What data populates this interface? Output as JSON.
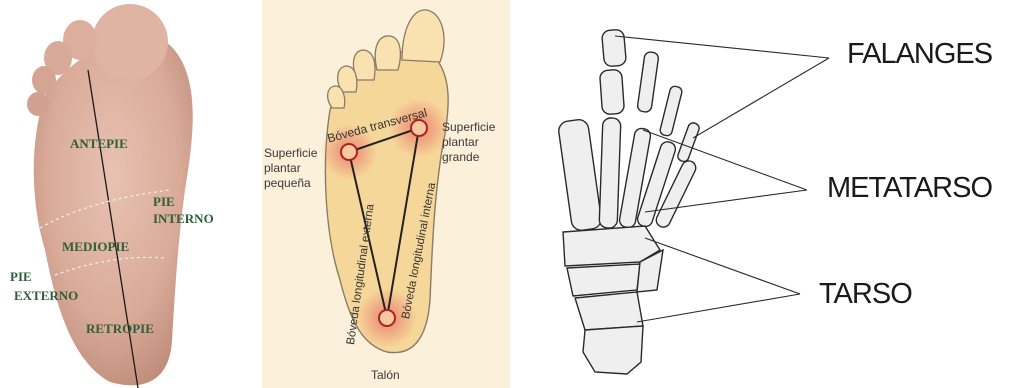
{
  "foot_zones": {
    "forefoot": "ANTEPIE",
    "inner_foot_line1": "PIE",
    "inner_foot_line2": "INTERNO",
    "midfoot": "MEDIOPIE",
    "outer_foot_line1": "PIE",
    "outer_foot_line2": "EXTERNO",
    "rearfoot": "RETROPIE"
  },
  "arches": {
    "transverse_arch": "Bóveda transversal",
    "small_surface": "Superficie\nplantar\npequeña",
    "large_surface": "Superficie\nplantar\ngrande",
    "external_arch": "Bóveda longitudinal externa",
    "internal_arch": "Bóveda longitudinal interna",
    "heel": "Talón"
  },
  "bones": {
    "phalanges": "FALANGES",
    "metatarsus": "METATARSO",
    "tarsus": "TARSO"
  },
  "colors": {
    "skin": "#d9aa98",
    "zone_text": "#2e5e3a",
    "arch_background": "#fbf0d9",
    "arch_foot_fill": "#f6d79a",
    "arch_hotspot": "#e8736a"
  }
}
